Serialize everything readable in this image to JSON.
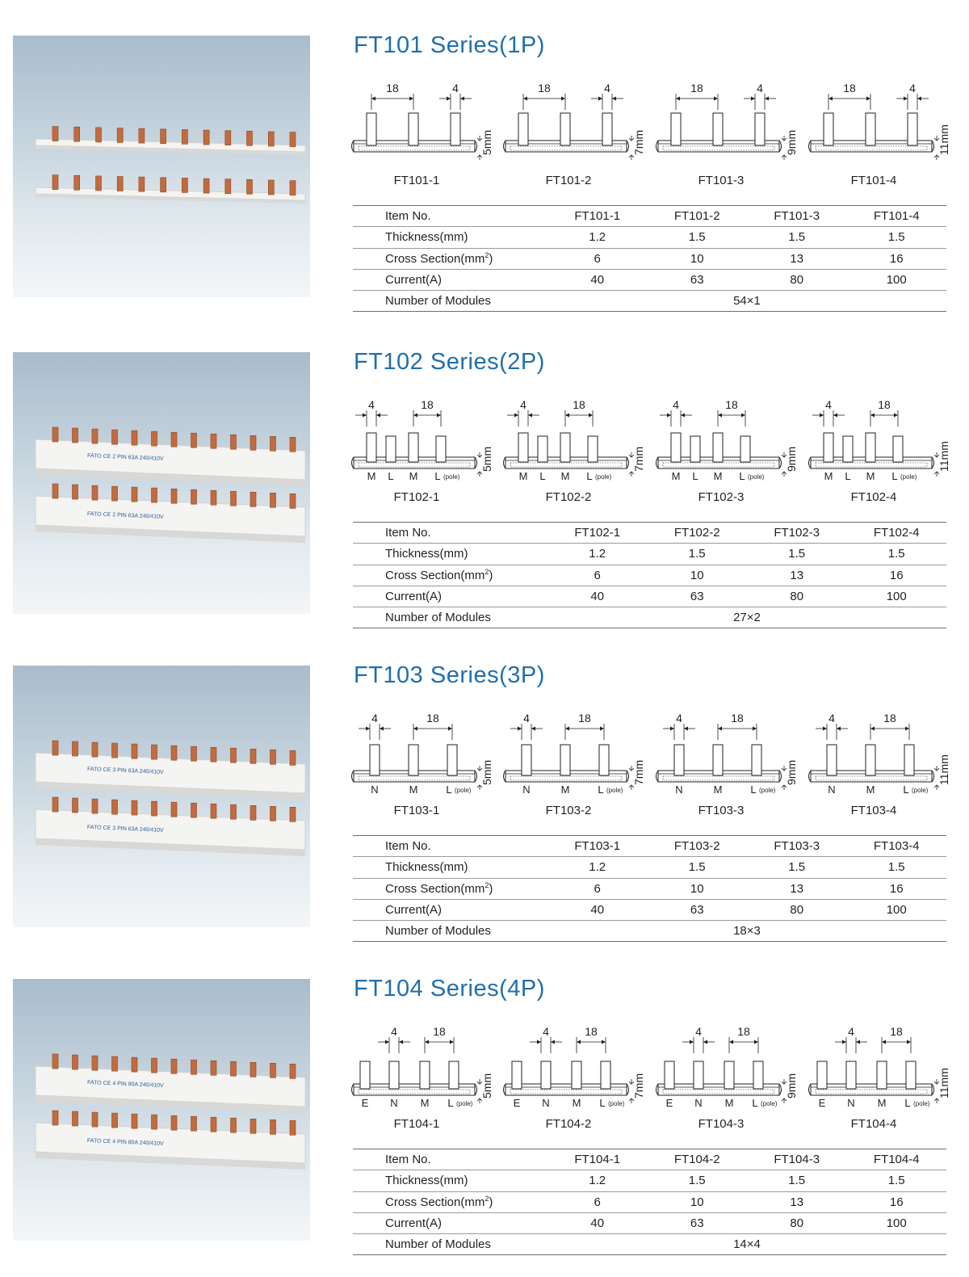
{
  "page_footer": "",
  "sections": [
    {
      "title": "FT101 Series(1P)",
      "poles": 1,
      "dim_pin": "18",
      "dim_gap": "4",
      "pole_labels": [],
      "pole_suffix": "",
      "variants": [
        {
          "label": "FT101-1",
          "height": "5mm"
        },
        {
          "label": "FT101-2",
          "height": "7mm"
        },
        {
          "label": "FT101-3",
          "height": "9mm"
        },
        {
          "label": "FT101-4",
          "height": "11mm"
        }
      ],
      "table": {
        "item_no_label": "Item No.",
        "item_no": [
          "FT101-1",
          "FT101-2",
          "FT101-3",
          "FT101-4"
        ],
        "thickness_label": "Thickness(mm)",
        "thickness": [
          "1.2",
          "1.5",
          "1.5",
          "1.5"
        ],
        "cross_label": "Cross Section(mm",
        "cross_sup": "2",
        "cross_close": ")",
        "cross": [
          "6",
          "10",
          "13",
          "16"
        ],
        "current_label": "Current(A)",
        "current": [
          "40",
          "63",
          "80",
          "100"
        ],
        "modules_label": "Number of Modules",
        "modules": "54×1"
      },
      "photo_text": ""
    },
    {
      "title": "FT102 Series(2P)",
      "poles": 2,
      "dim_pin": "18",
      "dim_gap": "4",
      "pole_labels": [
        "M",
        "L",
        "M",
        "L"
      ],
      "pole_suffix": "(pole)",
      "variants": [
        {
          "label": "FT102-1",
          "height": "5mm"
        },
        {
          "label": "FT102-2",
          "height": "7mm"
        },
        {
          "label": "FT102-3",
          "height": "9mm"
        },
        {
          "label": "FT102-4",
          "height": "11mm"
        }
      ],
      "table": {
        "item_no_label": "Item No.",
        "item_no": [
          "FT102-1",
          "FT102-2",
          "FT102-3",
          "FT102-4"
        ],
        "thickness_label": "Thickness(mm)",
        "thickness": [
          "1.2",
          "1.5",
          "1.5",
          "1.5"
        ],
        "cross_label": "Cross Section(mm",
        "cross_sup": "2",
        "cross_close": ")",
        "cross": [
          "6",
          "10",
          "13",
          "16"
        ],
        "current_label": "Current(A)",
        "current": [
          "40",
          "63",
          "80",
          "100"
        ],
        "modules_label": "Number of Modules",
        "modules": "27×2"
      },
      "photo_text": "FATO  CE 2 PIN 63A 240/410V"
    },
    {
      "title": "FT103 Series(3P)",
      "poles": 3,
      "dim_pin": "18",
      "dim_gap": "4",
      "pole_labels": [
        "N",
        "M",
        "L"
      ],
      "pole_suffix": "(pole)",
      "variants": [
        {
          "label": "FT103-1",
          "height": "5mm"
        },
        {
          "label": "FT103-2",
          "height": "7mm"
        },
        {
          "label": "FT103-3",
          "height": "9mm"
        },
        {
          "label": "FT103-4",
          "height": "11mm"
        }
      ],
      "table": {
        "item_no_label": "Item No.",
        "item_no": [
          "FT103-1",
          "FT103-2",
          "FT103-3",
          "FT103-4"
        ],
        "thickness_label": "Thickness(mm)",
        "thickness": [
          "1.2",
          "1.5",
          "1.5",
          "1.5"
        ],
        "cross_label": "Cross Section(mm",
        "cross_sup": "2",
        "cross_close": ")",
        "cross": [
          "6",
          "10",
          "13",
          "16"
        ],
        "current_label": "Current(A)",
        "current": [
          "40",
          "63",
          "80",
          "100"
        ],
        "modules_label": "Number of Modules",
        "modules": "18×3"
      },
      "photo_text": "FATO  CE 3 PIN 63A 240/410V"
    },
    {
      "title": "FT104 Series(4P)",
      "poles": 4,
      "dim_pin": "18",
      "dim_gap": "4",
      "pole_labels": [
        "E",
        "N",
        "M",
        "L"
      ],
      "pole_suffix": "(pole)",
      "variants": [
        {
          "label": "FT104-1",
          "height": "5mm"
        },
        {
          "label": "FT104-2",
          "height": "7mm"
        },
        {
          "label": "FT104-3",
          "height": "9mm"
        },
        {
          "label": "FT104-4",
          "height": "11mm"
        }
      ],
      "table": {
        "item_no_label": "Item No.",
        "item_no": [
          "FT104-1",
          "FT104-2",
          "FT104-3",
          "FT104-4"
        ],
        "thickness_label": "Thickness(mm)",
        "thickness": [
          "1.2",
          "1.5",
          "1.5",
          "1.5"
        ],
        "cross_label": "Cross Section(mm",
        "cross_sup": "2",
        "cross_close": ")",
        "cross": [
          "6",
          "10",
          "13",
          "16"
        ],
        "current_label": "Current(A)",
        "current": [
          "40",
          "63",
          "80",
          "100"
        ],
        "modules_label": "Number of Modules",
        "modules": "14×4"
      },
      "photo_text": "FATO  CE 4 PIN 80A 240/410V"
    }
  ]
}
